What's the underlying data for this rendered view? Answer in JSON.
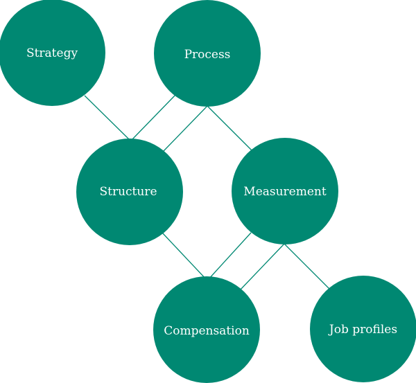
{
  "diagram": {
    "fill_color": "#008872",
    "line_color": "#008872",
    "nodes": [
      {
        "id": "strategy",
        "label": "Strategy"
      },
      {
        "id": "process",
        "label": "Process"
      },
      {
        "id": "structure",
        "label": "Structure"
      },
      {
        "id": "measurement",
        "label": "Measurement"
      },
      {
        "id": "compensation",
        "label": "Compensation"
      },
      {
        "id": "job-profiles",
        "label": "Job profiles"
      }
    ],
    "edges": [
      {
        "from": "strategy",
        "to": "structure"
      },
      {
        "from": "process",
        "to": "structure"
      },
      {
        "from": "process",
        "to": "structure"
      },
      {
        "from": "process",
        "to": "measurement"
      },
      {
        "from": "structure",
        "to": "compensation"
      },
      {
        "from": "measurement",
        "to": "compensation"
      },
      {
        "from": "measurement",
        "to": "compensation"
      },
      {
        "from": "measurement",
        "to": "job-profiles"
      }
    ]
  }
}
